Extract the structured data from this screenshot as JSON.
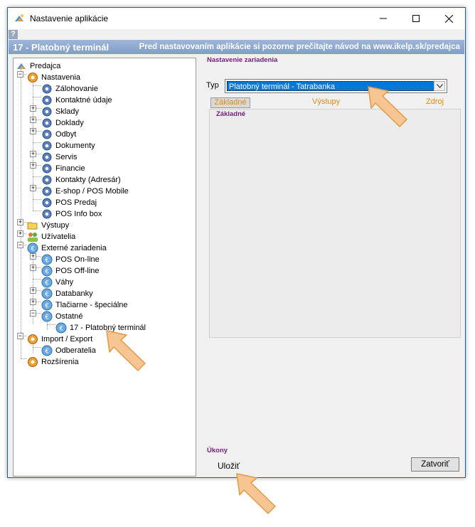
{
  "window": {
    "title": "Nastavenie aplikácie",
    "help_label": "?"
  },
  "banner": {
    "title": "17 - Platobný terminál",
    "note": "Pred nastavovaním aplikácie si pozorne prečítajte návod na www.ikelp.sk/predajca"
  },
  "tree": {
    "root": "Predajca",
    "nastavenia": "Nastavenia",
    "zalohovanie": "Zálohovanie",
    "kontaktne_udaje": "Kontaktné údaje",
    "sklady": "Sklady",
    "doklady": "Doklady",
    "odbyt": "Odbyt",
    "dokumenty": "Dokumenty",
    "servis": "Servis",
    "financie": "Financie",
    "kontakty": "Kontakty (Adresár)",
    "eshop": "E-shop / POS Mobile",
    "pos_predaj": "POS Predaj",
    "pos_info": "POS Info box",
    "vystupy": "Výstupy",
    "uzivatelia": "Užívatelia",
    "externe": "Externé zariadenia",
    "pos_online": "POS On-line",
    "pos_offline": "POS Off-line",
    "vahy": "Váhy",
    "databanky": "Databanky",
    "tlaciarne": "Tlačiarne - špeciálne",
    "ostatne": "Ostatné",
    "platobny": "17 - Platobný terminál",
    "import_export": "Import / Export",
    "odberatelia": "Odberatelia",
    "rozsirenia": "Rozšírenia"
  },
  "device": {
    "group_caption": "Nastavenie zariadenia",
    "type_label": "Typ",
    "type_value": "Platobný terminál - Tatrabanka",
    "tabs": [
      "Základné",
      "Výstupy",
      "Zdroj"
    ],
    "tab_content_caption": "Základné"
  },
  "actions": {
    "group_caption": "Úkony",
    "save_label": "Uložiť",
    "close_label": "Zatvoriť"
  },
  "colors": {
    "accent": "#0078d7",
    "banner": "#8fa9d2",
    "tab_text": "#e08a10",
    "caption": "#7a1a7a",
    "annotation_arrow": "#f7c591"
  }
}
